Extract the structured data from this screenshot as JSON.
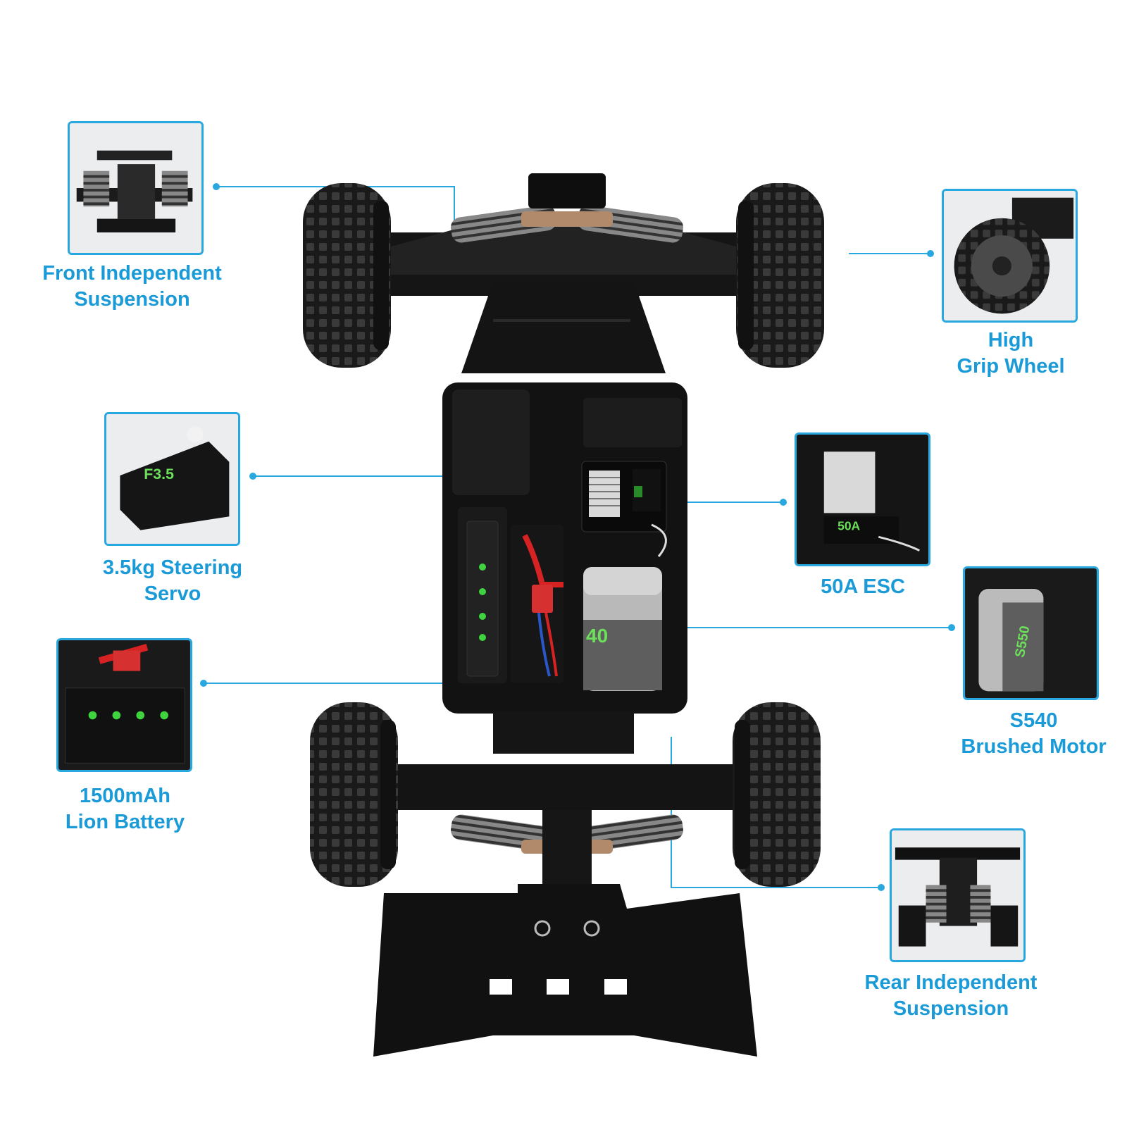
{
  "features": {
    "front_suspension": {
      "label": "Front Independent\nSuspension"
    },
    "grip_wheel": {
      "label": "High\nGrip Wheel"
    },
    "servo": {
      "label": "3.5kg Steering\nServo"
    },
    "esc": {
      "label": "50A ESC"
    },
    "battery": {
      "label": "1500mAh\nLion Battery"
    },
    "motor": {
      "label": "S540\nBrushed Motor"
    },
    "rear_suspension": {
      "label": "Rear Independent\nSuspension"
    }
  },
  "accent_color": "#29a8e0"
}
